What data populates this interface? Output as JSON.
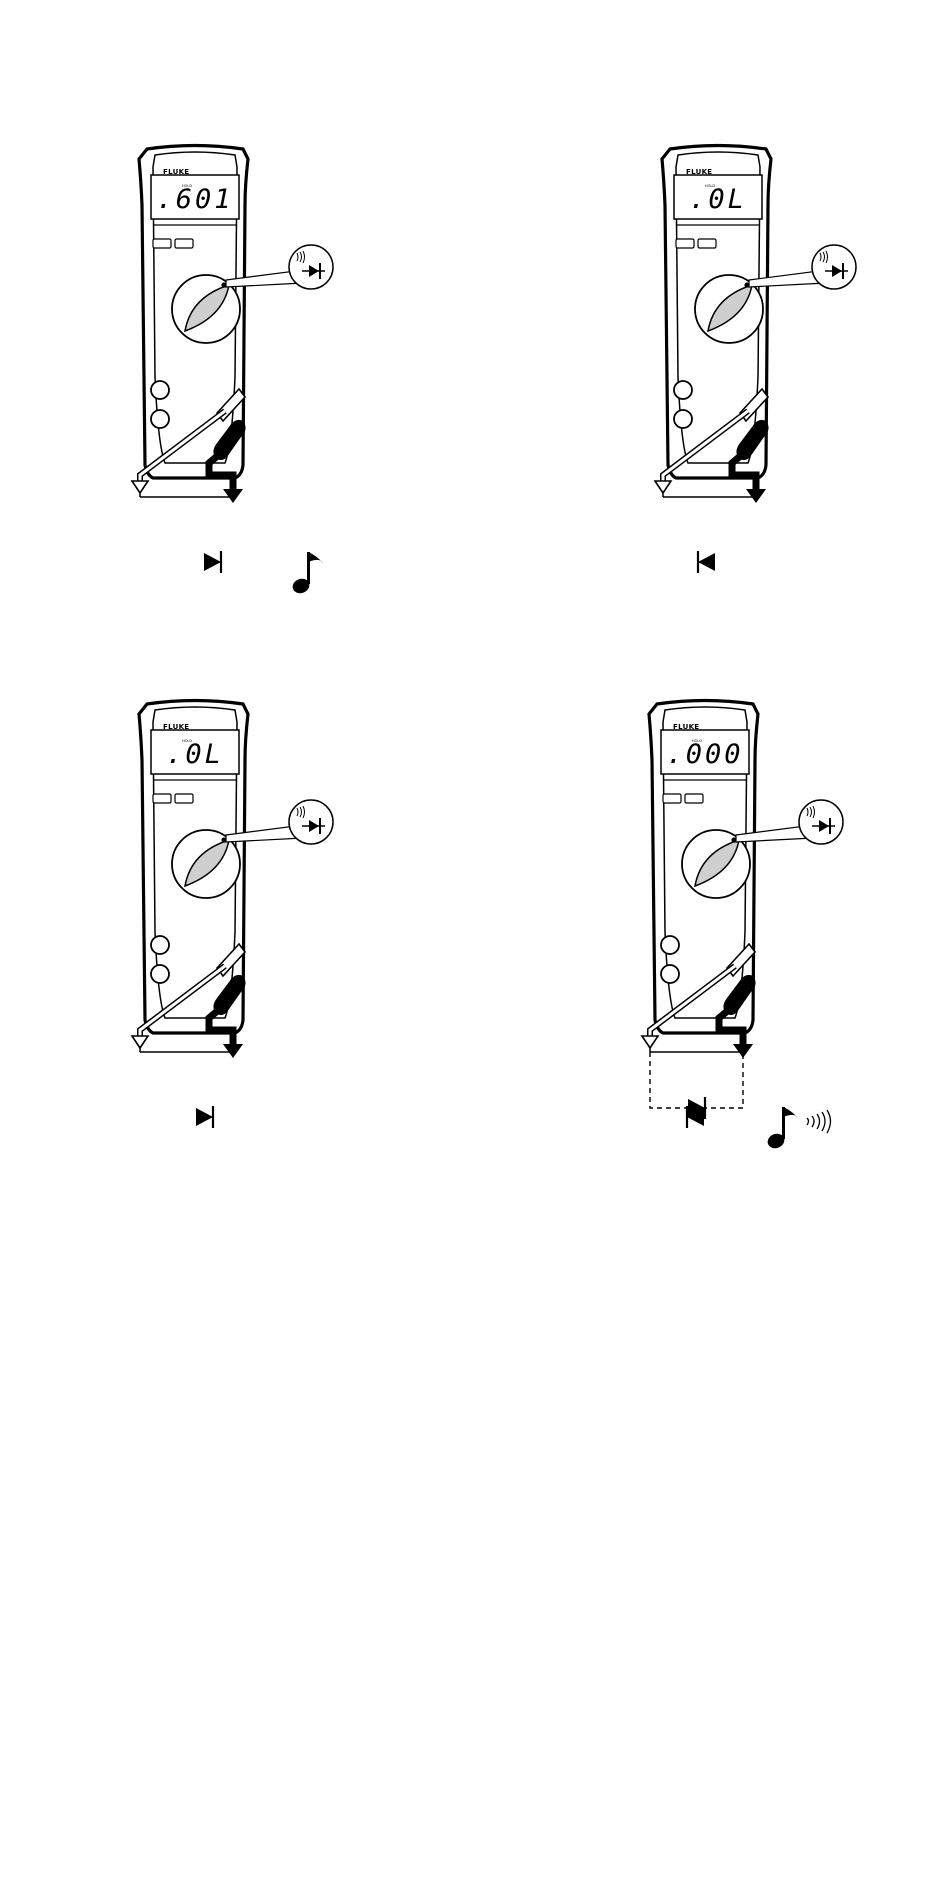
{
  "brand": "FLUKE",
  "hold_label": "HOLD",
  "panels": [
    {
      "id": "a",
      "reading": ".601",
      "diode": "right",
      "beep": "note"
    },
    {
      "id": "b",
      "reading": ".0L",
      "diode": "left",
      "beep": "none"
    },
    {
      "id": "c",
      "reading": ".0L",
      "diode": "right",
      "beep": "none"
    },
    {
      "id": "d",
      "reading": ".000",
      "diode": "left",
      "beep": "note-sound",
      "parallel_diode": "right"
    }
  ],
  "icons": {
    "dial_callout": "continuity-diode-icon",
    "beep_note": "music-note-icon",
    "sound": "sound-waves-icon",
    "com_terminal": "ground-icon"
  },
  "colors": {
    "stroke": "#000000",
    "dial_fill": "#cfcfcf",
    "background": "#ffffff"
  }
}
